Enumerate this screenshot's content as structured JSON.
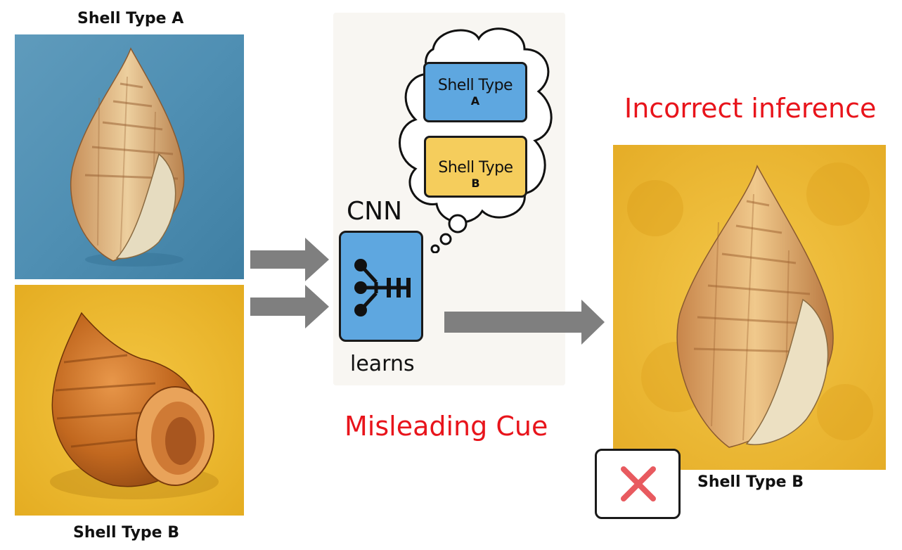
{
  "labels": {
    "top_left": "Shell Type A",
    "bottom_left": "Shell Type B",
    "result_label": "Shell Type B",
    "cnn": "CNN",
    "learns": "learns",
    "misleading": "Misleading Cue",
    "incorrect": "Incorrect inference"
  },
  "thought": {
    "box_a_line1": "Shell Type",
    "box_a_line2": "A",
    "box_b_line1": "Shell Type",
    "box_b_line2": "B"
  },
  "colors": {
    "blue_box": "#5ea7e0",
    "yellow_box": "#f5cd5c",
    "red": "#e8141b",
    "arrow": "#7f7f7f",
    "cross": "#e85a5f"
  },
  "icons": {
    "network": "network-graph-icon",
    "cross": "close-icon"
  }
}
